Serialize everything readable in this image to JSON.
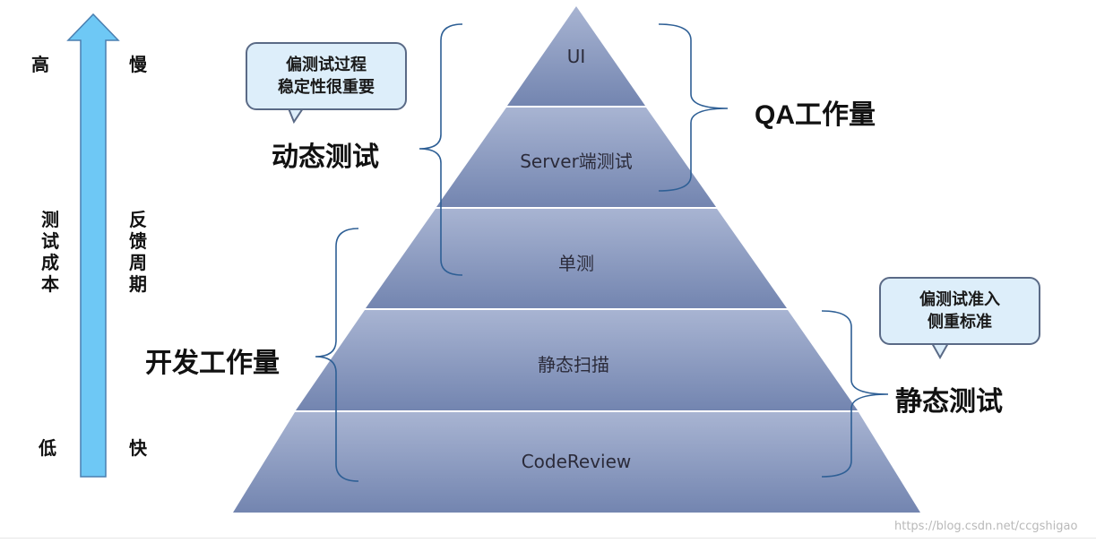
{
  "axis": {
    "top_left": "高",
    "top_right": "慢",
    "bottom_left": "低",
    "bottom_right": "快",
    "left_label": "测试成本",
    "right_label": "反馈周期"
  },
  "pyramid": {
    "layers": [
      "UI",
      "Server端测试",
      "单测",
      "静态扫描",
      "CodeReview"
    ]
  },
  "labels": {
    "dynamic_test": "动态测试",
    "dev_workload": "开发工作量",
    "qa_workload": "QA工作量",
    "static_test": "静态测试"
  },
  "callouts": {
    "dynamic": [
      "偏测试过程",
      "稳定性很重要"
    ],
    "static": [
      "偏测试准入",
      "侧重标准"
    ]
  },
  "watermark": "https://blog.csdn.net/ccgshigao",
  "colors": {
    "arrow": "#6ec8f5",
    "arrow_stroke": "#4a7fb0",
    "pyramid_top": "#a4b1d0",
    "pyramid_bottom": "#7688b3",
    "bracket": "#2e5f95",
    "callout_fill": "#ddeefa"
  }
}
